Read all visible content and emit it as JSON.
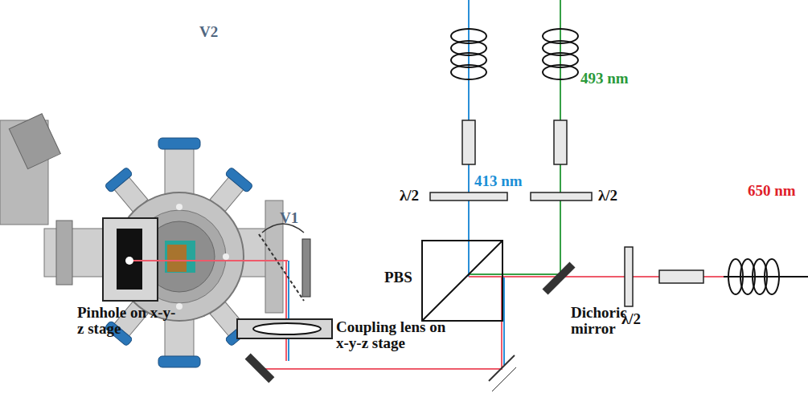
{
  "diagram": {
    "labels": [
      "V2",
      "493 nm",
      "413 nm",
      "λ/2",
      "λ/2",
      "650 nm",
      "λ/2",
      "PBS",
      "Dichoric mirror",
      "V1",
      "Pinhole on x-y-z stage",
      "Coupling lens on x-y-z stage"
    ]
  }
}
